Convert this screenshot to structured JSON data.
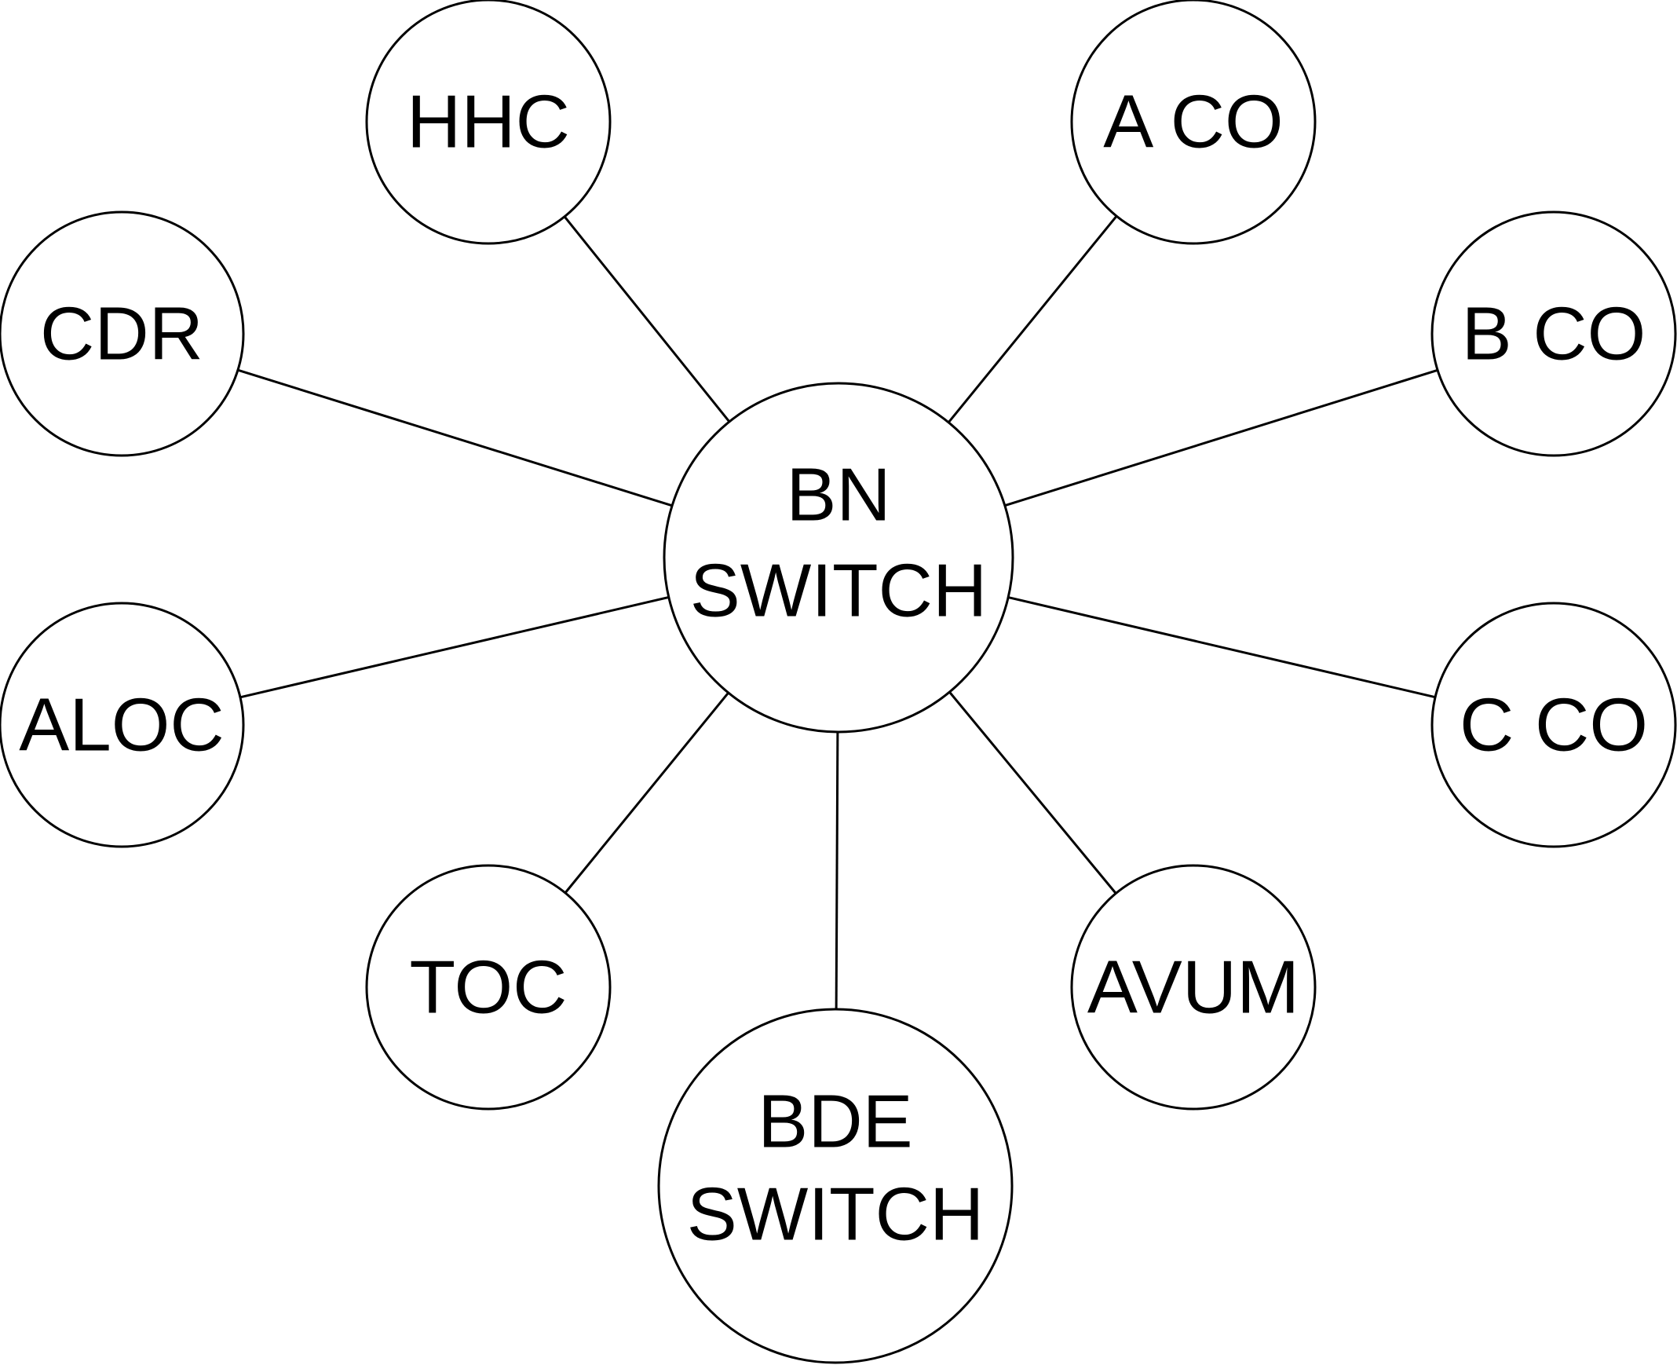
{
  "nodes": {
    "hub": {
      "lines": [
        "BN",
        "SWITCH"
      ]
    },
    "hhc": {
      "lines": [
        "HHC"
      ]
    },
    "a_co": {
      "lines": [
        "A CO"
      ]
    },
    "cdr": {
      "lines": [
        "CDR"
      ]
    },
    "b_co": {
      "lines": [
        "B CO"
      ]
    },
    "aloc": {
      "lines": [
        "ALOC"
      ]
    },
    "c_co": {
      "lines": [
        "C CO"
      ]
    },
    "toc": {
      "lines": [
        "TOC"
      ]
    },
    "avum": {
      "lines": [
        "AVUM"
      ]
    },
    "bde_switch": {
      "lines": [
        "BDE",
        "SWITCH"
      ]
    }
  },
  "connections": [
    [
      "hub",
      "hhc"
    ],
    [
      "hub",
      "a_co"
    ],
    [
      "hub",
      "cdr"
    ],
    [
      "hub",
      "b_co"
    ],
    [
      "hub",
      "aloc"
    ],
    [
      "hub",
      "c_co"
    ],
    [
      "hub",
      "toc"
    ],
    [
      "hub",
      "avum"
    ],
    [
      "hub",
      "bde_switch"
    ]
  ]
}
